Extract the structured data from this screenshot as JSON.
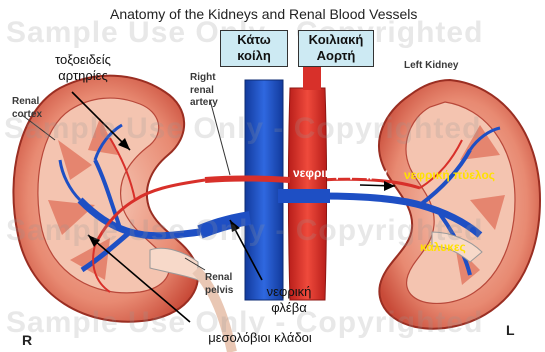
{
  "title": "Anatomy of the Kidneys and Renal Blood Vessels",
  "watermark": {
    "row1": "Sample Use Only - Copyrighted",
    "row2": "Sample Use Only - Copyrighted",
    "row3": "Sample Use Only - Copyrighted",
    "row4": "Sample Use Only - Copyrighted"
  },
  "labels": {
    "vena_cava": "Κάτω κοίλη",
    "aorta": "Κοιλιακή Αορτή",
    "arcuate_arteries": "τοξοειδείς αρτηρίες",
    "renal_cortex": "Renal cortex",
    "right_renal_artery": "Right renal artery",
    "left_kidney": "Left Kidney",
    "renal_artery_gr": "νεφρική αρτηρία",
    "renal_pelvis_gr": "νεφρική πύελος",
    "calyces_gr": "κάλυκες",
    "renal_pelvis": "Renal pelvis",
    "renal_vein_gr": "νεφρική φλέβα",
    "interlobar_gr": "μεσολόβιοι κλάδοι",
    "right_marker": "R",
    "left_marker": "L"
  },
  "colors": {
    "kidney_outer": "#d65a45",
    "kidney_inner": "#f2b9a4",
    "vein": "#1e4fc4",
    "artery": "#d8302a",
    "box_fill": "#cdeaf3"
  }
}
